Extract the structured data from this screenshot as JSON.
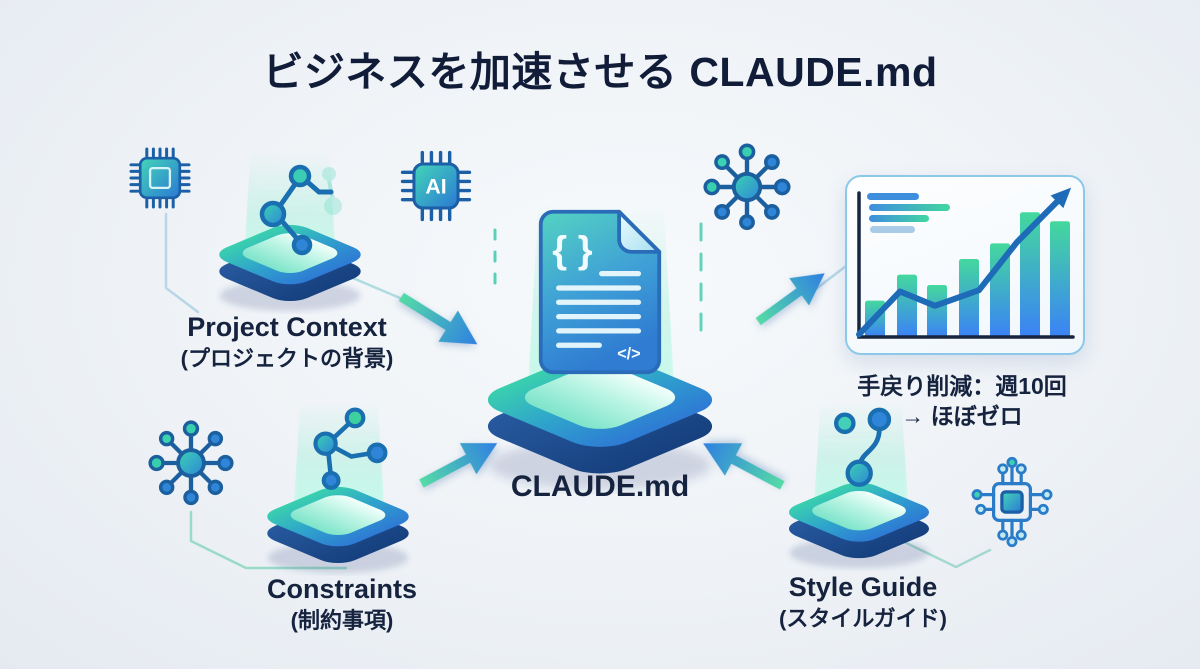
{
  "title": "ビジネスを加速させる CLAUDE.md",
  "center": {
    "label": "CLAUDE.md",
    "doc_braces": "{ }",
    "doc_code": "</>"
  },
  "inputs": [
    {
      "id": "project-context",
      "label": "Project Context",
      "sublabel": "(プロジェクトの背景)"
    },
    {
      "id": "constraints",
      "label": "Constraints",
      "sublabel": "(制約事項)"
    },
    {
      "id": "style-guide",
      "label": "Style Guide",
      "sublabel": "(スタイルガイド)"
    }
  ],
  "ai_chip": {
    "label": "AI"
  },
  "result": {
    "line1": "手戻り削減：週10回",
    "line2": "→ ほぼゼロ"
  },
  "colors": {
    "accent_teal": "#38cfae",
    "accent_blue": "#2f7cd6",
    "navy_text": "#16233f",
    "glow_mint": "#9ef0da",
    "chart_border": "#8cc8e8",
    "trend_line": "#1e6bb8"
  },
  "chart_data": {
    "type": "bar",
    "values": [
      28,
      48,
      40,
      60,
      72,
      96,
      89
    ],
    "series": [
      {
        "name": "bars",
        "values": [
          28,
          48,
          40,
          60,
          72,
          96,
          89
        ]
      },
      {
        "name": "trend",
        "values": [
          2,
          35,
          24,
          36,
          73,
          104
        ]
      }
    ],
    "title": "",
    "xlabel": "",
    "ylabel": "",
    "ylim": [
      0,
      110
    ],
    "grid": false,
    "legend": "none"
  }
}
